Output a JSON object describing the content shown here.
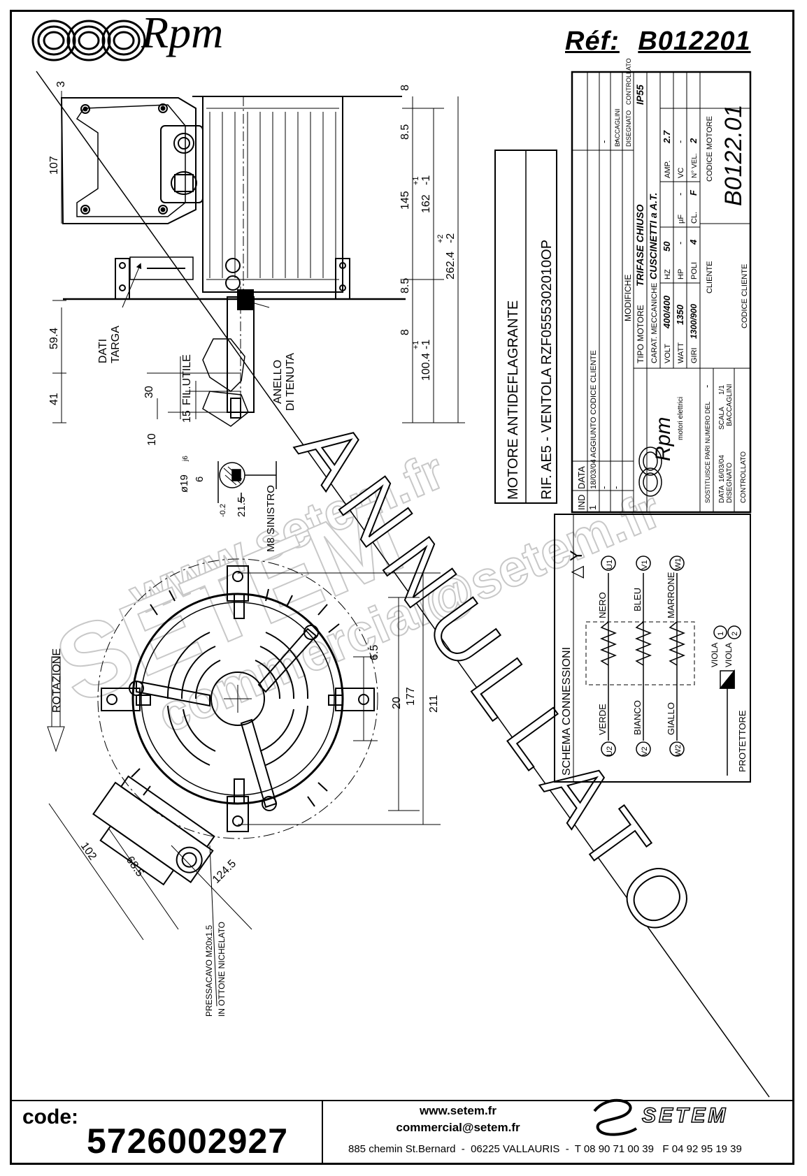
{
  "header": {
    "brand": "Rpm",
    "ref_label": "Réf:",
    "ref_value": "B012201"
  },
  "drawing": {
    "dims_side": {
      "d3": "3",
      "d107": "107",
      "d59_4": "59.4",
      "d41": "41",
      "d8_top": "8",
      "d8_5_top": "8.5",
      "d145": "145",
      "d162": "162",
      "d162_tol_plus": "+1",
      "d162_tol_minus": "-1",
      "d8_5_bot": "8.5",
      "d262_4": "262.4",
      "d262_tol_plus": "+2",
      "d262_tol_minus": "-2",
      "d8_bot": "8",
      "d100_4": "100.4",
      "d100_tol_plus": "+1",
      "d100_tol_minus": "-1",
      "d30": "30",
      "d15": "15",
      "d10": "10",
      "shaft_dia": "ø19",
      "shaft_fit": "j6",
      "d6": "6",
      "d21_5": "21.5",
      "d21_tol": "-0.2"
    },
    "labels_side": {
      "dati_1": "DATI",
      "dati_2": "TARGA",
      "fil_utile": "FIL.UTILE",
      "anello_1": "ANELLO",
      "anello_2": "DI TENUTA",
      "m8": "M8 SINISTRO"
    },
    "dims_front": {
      "rotazione": "ROTAZIONE",
      "d177": "177",
      "d211": "211",
      "d20": "20",
      "d6_5": "6.5",
      "d102": "102",
      "d68_5": "68.5",
      "d124_5": "124.5"
    },
    "pressacavo_1": "PRESSACAVO M20x1.5",
    "pressacavo_2": "IN OTTONE NICHELATO",
    "annullato": "ANNULLATO",
    "watermark_1": "www.setem.fr",
    "watermark_2": "SETEM",
    "watermark_3": "commercial@setem.fr"
  },
  "title_block": {
    "motor_desc": "MOTORE ANTIDEFLAGRANTE",
    "rif": "RIF. AE5 - VENTOLA RZF0555302010OP",
    "modifiche": "MODIFICHE",
    "rev_ind": "IND",
    "rev_data_label": "DATA",
    "rev1_ind": "1",
    "rev1_date": "18/03/04",
    "rev1_desc": "AGGIUNTO CODICE CLIENTE",
    "rev_dash": "-",
    "baccaglini_hdr": "BACCAGLINI",
    "disegnato_hdr": "DISEGNATO",
    "controllato_hdr": "CONTROLLATO",
    "tipo_motore_label": "TIPO MOTORE",
    "tipo_motore_value": "TRIFASE CHIUSO",
    "ip": "IP55",
    "carat_label": "CARAT. MECCANICHE",
    "carat_value": "CUSCINETTI a A.T.",
    "volt_label": "VOLT",
    "volt_value": "400/400",
    "hz_label": "HZ",
    "hz_value": "50",
    "amp_label": "AMP.",
    "amp_value": "2.7",
    "watt_label": "WATT",
    "watt_value": "1350",
    "hp_label": "HP",
    "hp_value": "-",
    "uf_label": "µF",
    "uf_value": "-",
    "vc_label": "VC",
    "vc_value": "-",
    "giri_label": "GIRI",
    "giri_value": "1300/900",
    "poli_label": "POLI",
    "poli_value": "4",
    "cl_label": "CL.",
    "cl_value": "F",
    "nvel_label": "N° VEL.",
    "nvel_value": "2",
    "cliente_label": "CLIENTE",
    "codice_motore_label": "CODICE MOTORE",
    "codice_motore_value": "B0122.01",
    "codice_cliente_label": "CODICE CLIENTE",
    "company_sub": "motori elettrici",
    "sostituisce": "SOSTITUISCE PARI NUMERO DEL",
    "sostituisce_value": "-",
    "data_label": "DATA",
    "data_value": "16/03/04",
    "scala_label": "SCALA",
    "scala_value": "1/1",
    "disegnato_label": "DISEGNATO",
    "disegnato_value": "BACCAGLINI",
    "controllato_label": "CONTROLLATO"
  },
  "schema": {
    "title": "SCHEMA CONNESSIONI",
    "delta_star": "△ Y",
    "u1": "U1",
    "v1": "V1",
    "w1": "W1",
    "u2": "U2",
    "v2": "V2",
    "w2": "W2",
    "nero": "NERO",
    "bleu": "BLEU",
    "marrone": "MARRONE",
    "verde": "VERDE",
    "bianco": "BIANCO",
    "giallo": "GIALLO",
    "viola": "VIOLA",
    "t1": "1",
    "t2": "2",
    "protettore": "PROTETTORE"
  },
  "footer": {
    "code_label": "code:",
    "code_value": "5726002927",
    "website": "www.setem.fr",
    "email": "commercial@setem.fr",
    "address": "885 chemin St.Bernard  -  06225 VALLAURIS  -  T 08 90 71 00 39   F 04 92 95 19 39",
    "logo": "SETEM"
  }
}
